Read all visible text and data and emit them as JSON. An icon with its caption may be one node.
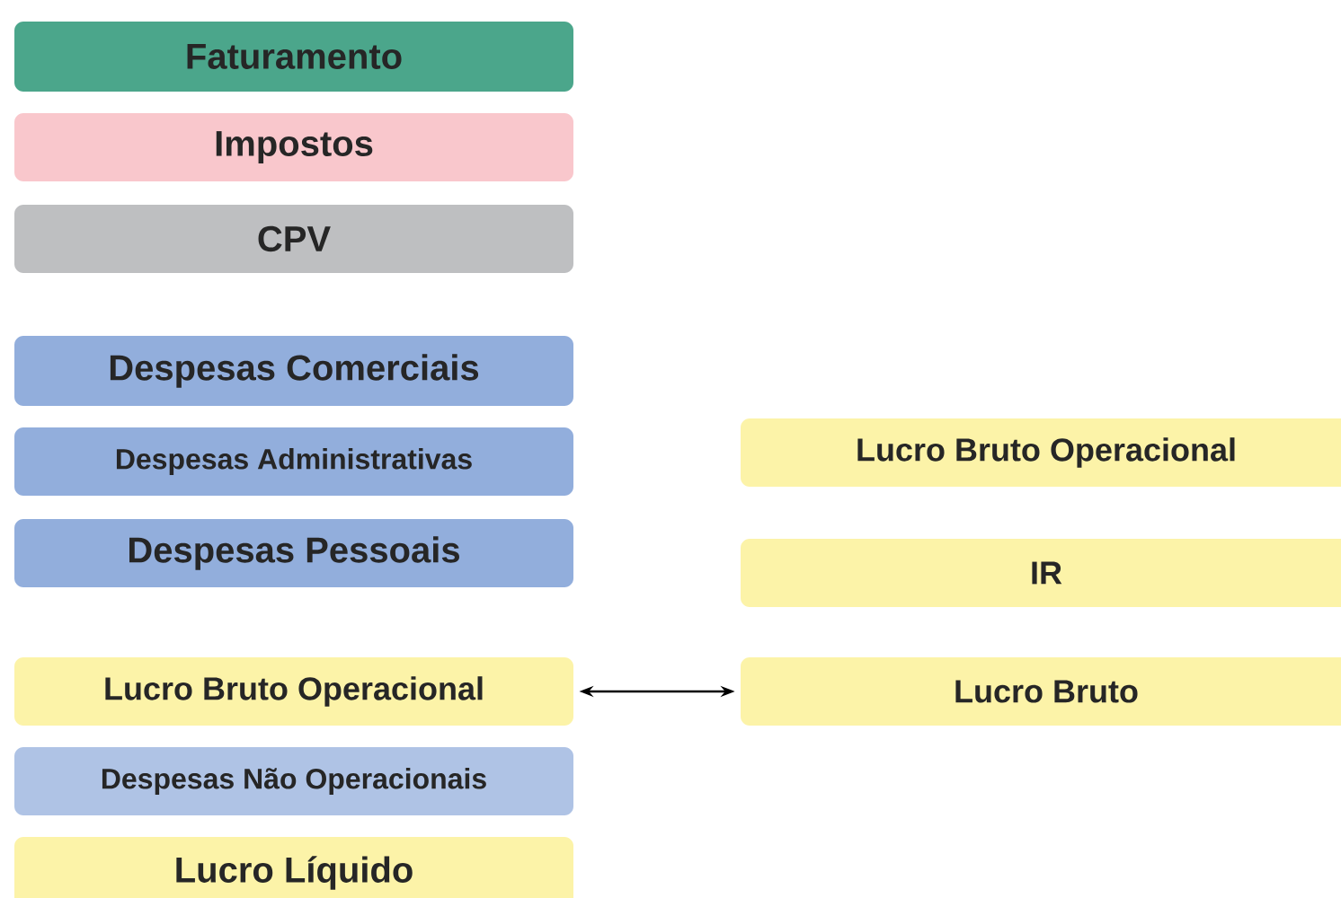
{
  "diagram": {
    "nodes": [
      {
        "text": [
          "Faturamento"
        ]
      },
      {
        "text": [
          "Impostos"
        ]
      },
      {
        "text": [
          "CPV"
        ]
      },
      {
        "text": [
          "Despesas Comerciais"
        ]
      },
      {
        "text": [
          "Despesas Administrativas"
        ]
      },
      {
        "text": [
          "Despesas Pessoais"
        ]
      },
      {
        "text": [
          "Lucro Bruto Operacional"
        ]
      },
      {
        "text": [
          "Despesas Não Operacionais"
        ]
      },
      {
        "text": [
          "Lucro Líquido"
        ]
      },
      {
        "text": [
          "Lucro Bruto Operacional"
        ]
      },
      {
        "text": [
          "IR"
        ]
      },
      {
        "text": [
          "Lucro Bruto"
        ]
      }
    ],
    "edges": [
      {
        "from": 6,
        "to": 11,
        "arrow": "both"
      }
    ]
  }
}
